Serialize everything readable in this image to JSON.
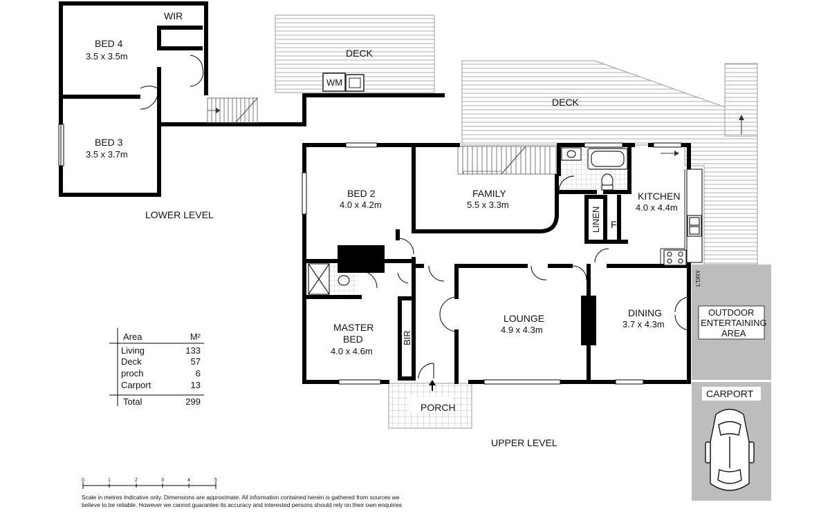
{
  "rooms": {
    "wir": "WIR",
    "bed4": {
      "name": "BED 4",
      "size": "3.5 x 3.5m"
    },
    "bed3": {
      "name": "BED 3",
      "size": "3.5 x 3.7m"
    },
    "deck_lower": "DECK",
    "wm": "WM",
    "deck_upper": "DECK",
    "bed2": {
      "name": "BED 2",
      "size": "4.0 x 4.2m"
    },
    "family": {
      "name": "FAMILY",
      "size": "5.5 x 3.3m"
    },
    "kitchen": {
      "name": "KITCHEN",
      "size": "4.0 x 4.4m"
    },
    "linen": "LINEN",
    "fridge": "F",
    "laundry": "L'DRY",
    "master": {
      "name1": "MASTER",
      "name2": "BED",
      "size": "4.0 x 4.6m"
    },
    "bir": "BIR",
    "lounge": {
      "name": "LOUNGE",
      "size": "4.9 x 4.3m"
    },
    "dining": {
      "name": "DINING",
      "size": "3.7 x 4.3m"
    },
    "outdoor": {
      "line1": "OUTDOOR",
      "line2": "ENTERTAINING",
      "line3": "AREA"
    },
    "carport": "CARPORT",
    "porch": "PORCH"
  },
  "levels": {
    "lower": "LOWER LEVEL",
    "upper": "UPPER LEVEL"
  },
  "area_table": {
    "header_label": "Area",
    "header_unit": "M²",
    "rows": [
      {
        "label": "Living",
        "value": "133"
      },
      {
        "label": "Deck",
        "value": "57"
      },
      {
        "label": "proch",
        "value": "6"
      },
      {
        "label": "Carport",
        "value": "13"
      }
    ],
    "total_label": "Total",
    "total_value": "299"
  },
  "scale": {
    "ticks": [
      "0",
      "1",
      "2",
      "3",
      "4",
      "5"
    ]
  },
  "disclaimer": {
    "line1": "Scale in metres Indicative only. Dimensions are approximate. All information contained herein is gathered from sources we",
    "line2": "believe to be reliable. However we cannot guarantee its accuracy and interested persons should rely on their own enquiries"
  }
}
